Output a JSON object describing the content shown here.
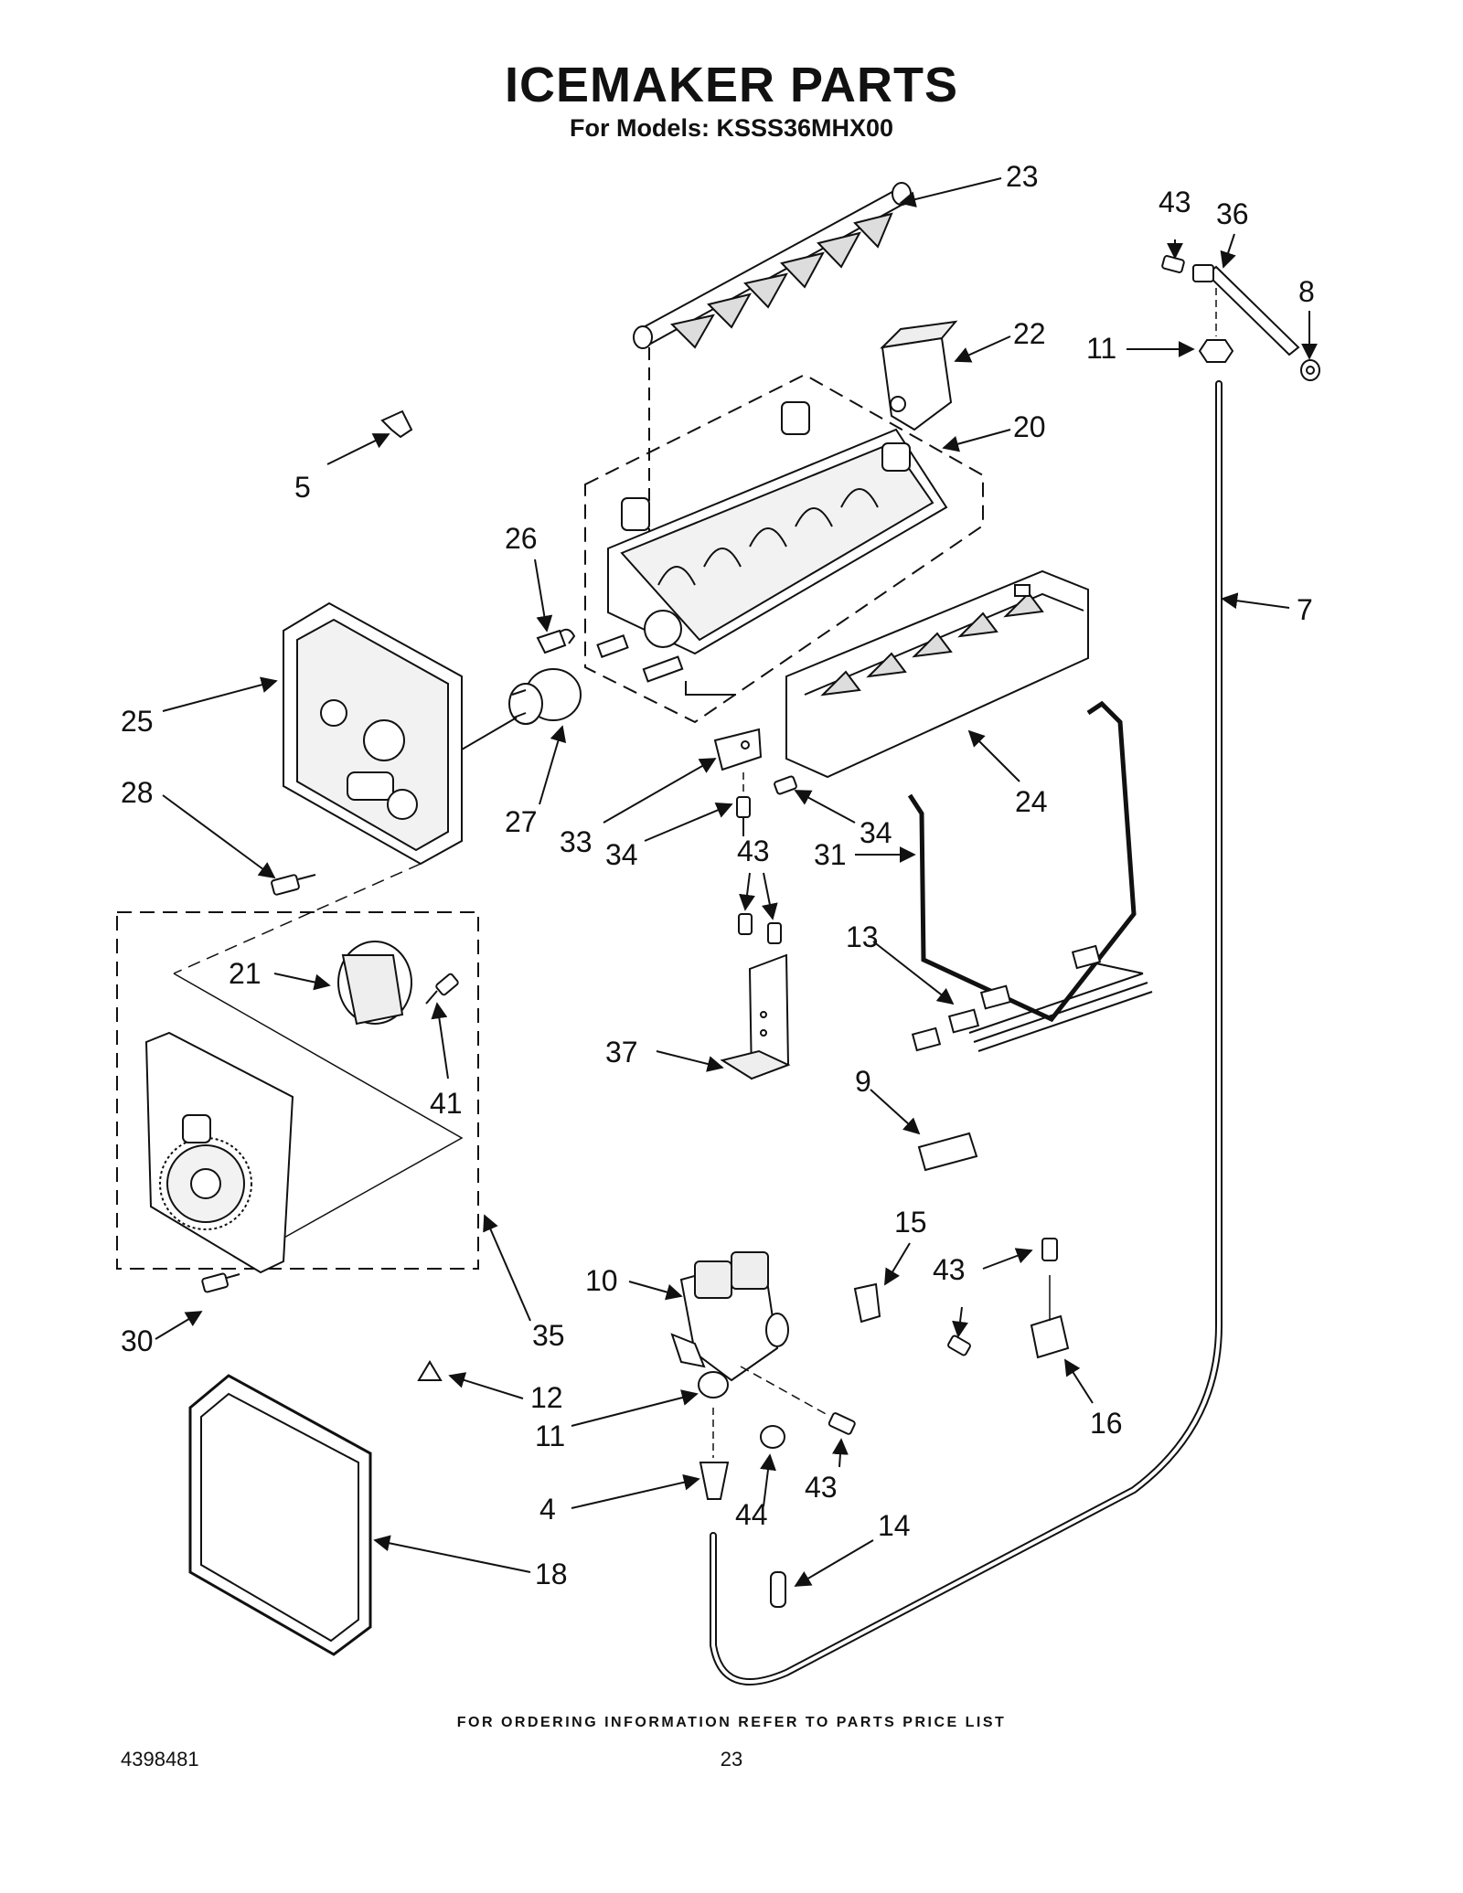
{
  "header": {
    "title": "ICEMAKER PARTS",
    "subtitle": "For Models: KSSS36MHX00"
  },
  "callouts": {
    "c23": "23",
    "c43a": "43",
    "c36": "36",
    "c8": "8",
    "c11a": "11",
    "c22": "22",
    "c20": "20",
    "c5": "5",
    "c26": "26",
    "c7": "7",
    "c25": "25",
    "c27": "27",
    "c24": "24",
    "c28": "28",
    "c33": "33",
    "c34a": "34",
    "c34b": "34",
    "c43b": "43",
    "c31": "31",
    "c13": "13",
    "c21": "21",
    "c41": "41",
    "c37": "37",
    "c9": "9",
    "c15": "15",
    "c43c": "43",
    "c10": "10",
    "c30": "30",
    "c35": "35",
    "c12": "12",
    "c16": "16",
    "c11b": "11",
    "c43d": "43",
    "c4": "4",
    "c44": "44",
    "c14": "14",
    "c18": "18"
  },
  "footer": {
    "note": "FOR ORDERING INFORMATION REFER TO PARTS PRICE LIST",
    "doc_number": "4398481",
    "page_number": "23"
  }
}
